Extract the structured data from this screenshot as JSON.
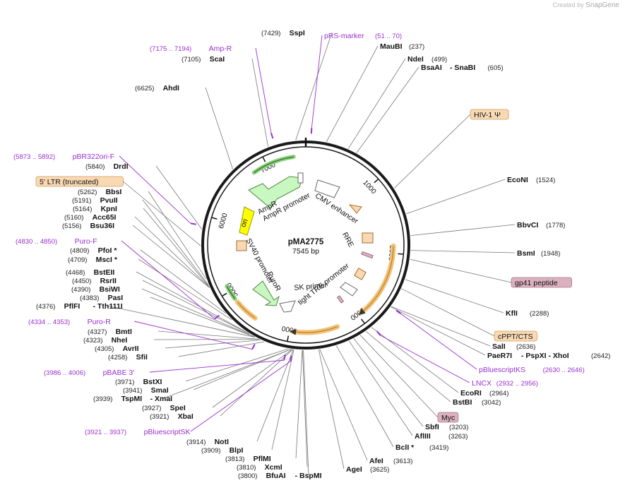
{
  "credit": {
    "prefix": "Created by",
    "brand": "SnapGene"
  },
  "plasmid": {
    "name": "pMA2775",
    "length_label": "7545 bp",
    "length": 7545
  },
  "ruler_ticks": [
    "1000",
    "2000",
    "3000",
    "4000",
    "5000",
    "6000",
    "7000"
  ],
  "colors": {
    "primer": "#9a2fd2",
    "backbone": "#1a1a1a",
    "amp": "#c9f7c2",
    "ori": "#ffff00",
    "orange_feature": "#f8d9b4",
    "box_pink": "#dbb0bf"
  },
  "enzymes": [
    {
      "name": "SspI",
      "pos": "(7429)",
      "bp": 7429
    },
    {
      "name": "MauBI",
      "pos": "(237)",
      "bp": 237
    },
    {
      "name": "NdeI",
      "pos": "(499)",
      "bp": 499
    },
    {
      "name": "BsaAI",
      "suffix": "- SnaBI",
      "pos": "(605)",
      "bp": 605
    },
    {
      "name": "EcoNI",
      "pos": "(1524)",
      "bp": 1524
    },
    {
      "name": "BbvCI",
      "pos": "(1778)",
      "bp": 1778
    },
    {
      "name": "BsmI",
      "pos": "(1948)",
      "bp": 1948
    },
    {
      "name": "KflI",
      "pos": "(2288)",
      "bp": 2288
    },
    {
      "name": "SalI",
      "pos": "(2636)",
      "bp": 2636
    },
    {
      "name": "PaeR7I",
      "suffix": "- PspXI - XhoI",
      "pos": "(2642)",
      "bp": 2642
    },
    {
      "name": "EcoRI",
      "pos": "(2964)",
      "bp": 2964
    },
    {
      "name": "BstBI",
      "pos": "(3042)",
      "bp": 3042
    },
    {
      "name": "SbfI",
      "pos": "(3203)",
      "bp": 3203
    },
    {
      "name": "AflIII",
      "pos": "(3263)",
      "bp": 3263
    },
    {
      "name": "BclI *",
      "pos": "(3419)",
      "bp": 3419
    },
    {
      "name": "AfeI",
      "pos": "(3613)",
      "bp": 3613
    },
    {
      "name": "AgeI",
      "pos": "(3625)",
      "bp": 3625
    },
    {
      "name": "BfuAI",
      "suffix": "- BspMI",
      "pos": "(3800)",
      "bp": 3800
    },
    {
      "name": "XcmI",
      "pos": "(3810)",
      "bp": 3810
    },
    {
      "name": "PflMI",
      "pos": "(3813)",
      "bp": 3813
    },
    {
      "name": "BlpI",
      "pos": "(3909)",
      "bp": 3909
    },
    {
      "name": "NotI",
      "pos": "(3914)",
      "bp": 3914
    },
    {
      "name": "XbaI",
      "pos": "(3921)",
      "bp": 3921
    },
    {
      "name": "SpeI",
      "pos": "(3927)",
      "bp": 3927
    },
    {
      "name": "TspMI",
      "suffix": "- XmaI",
      "pos": "(3939)",
      "bp": 3939
    },
    {
      "name": "SmaI",
      "pos": "(3941)",
      "bp": 3941
    },
    {
      "name": "BstXI",
      "pos": "(3971)",
      "bp": 3971
    },
    {
      "name": "SfiI",
      "pos": "(4258)",
      "bp": 4258
    },
    {
      "name": "AvrII",
      "pos": "(4305)",
      "bp": 4305
    },
    {
      "name": "NheI",
      "pos": "(4323)",
      "bp": 4323
    },
    {
      "name": "BmtI",
      "pos": "(4327)",
      "bp": 4327
    },
    {
      "name": "PflFI",
      "suffix": "- Tth111I",
      "pos": "(4376)",
      "bp": 4376
    },
    {
      "name": "PasI",
      "pos": "(4383)",
      "bp": 4383
    },
    {
      "name": "BsiWI",
      "pos": "(4390)",
      "bp": 4390
    },
    {
      "name": "RsrII",
      "pos": "(4450)",
      "bp": 4450
    },
    {
      "name": "BstEII",
      "pos": "(4468)",
      "bp": 4468
    },
    {
      "name": "MscI *",
      "pos": "(4709)",
      "bp": 4709
    },
    {
      "name": "PfoI *",
      "pos": "(4809)",
      "bp": 4809
    },
    {
      "name": "Bsu36I",
      "pos": "(5156)",
      "bp": 5156
    },
    {
      "name": "Acc65I",
      "pos": "(5160)",
      "bp": 5160
    },
    {
      "name": "KpnI",
      "pos": "(5164)",
      "bp": 5164
    },
    {
      "name": "PvuII",
      "pos": "(5191)",
      "bp": 5191
    },
    {
      "name": "BbsI",
      "pos": "(5262)",
      "bp": 5262
    },
    {
      "name": "DrdI",
      "pos": "(5840)",
      "bp": 5840
    },
    {
      "name": "AhdI",
      "pos": "(6625)",
      "bp": 6625
    },
    {
      "name": "ScaI",
      "pos": "(7105)",
      "bp": 7105
    }
  ],
  "primers": [
    {
      "name": "pRS-marker",
      "range": "(51 .. 70)",
      "bp": 60
    },
    {
      "name": "Amp-R",
      "range": "(7175 .. 7194)",
      "bp": 7185
    },
    {
      "name": "pBR322ori-F",
      "range": "(5873 .. 5892)",
      "bp": 5882
    },
    {
      "name": "Puro-F",
      "range": "(4830 .. 4850)",
      "bp": 4840
    },
    {
      "name": "Puro-R",
      "range": "(4334 .. 4353)",
      "bp": 4343
    },
    {
      "name": "pBABE 3'",
      "range": "(3986 .. 4006)",
      "bp": 3996
    },
    {
      "name": "pBluescriptSK",
      "range": "(3921 .. 3937)",
      "bp": 3929
    },
    {
      "name": "pBluescriptKS",
      "range": "(2630 .. 2646)",
      "bp": 2638
    },
    {
      "name": "LNCX",
      "range": "(2932 .. 2956)",
      "bp": 2944
    }
  ],
  "boxed_features": [
    {
      "name": "HIV-1 Ψ",
      "style": "orange",
      "bp": 1200
    },
    {
      "name": "gp41 peptide",
      "style": "pink",
      "bp": 2050
    },
    {
      "name": "cPPT/CTS",
      "style": "orange",
      "bp": 2400
    },
    {
      "name": "Myc",
      "style": "pink",
      "bp": 3120
    },
    {
      "name": "5' LTR (truncated)",
      "style": "orange",
      "bp": 5650
    }
  ],
  "inner_features": [
    "AmpR",
    "AmpR promoter",
    "ori",
    "CMV enhancer",
    "RRE",
    "SK primer",
    "tight TRE promoter",
    "PuroR",
    "SV40 promoter"
  ]
}
